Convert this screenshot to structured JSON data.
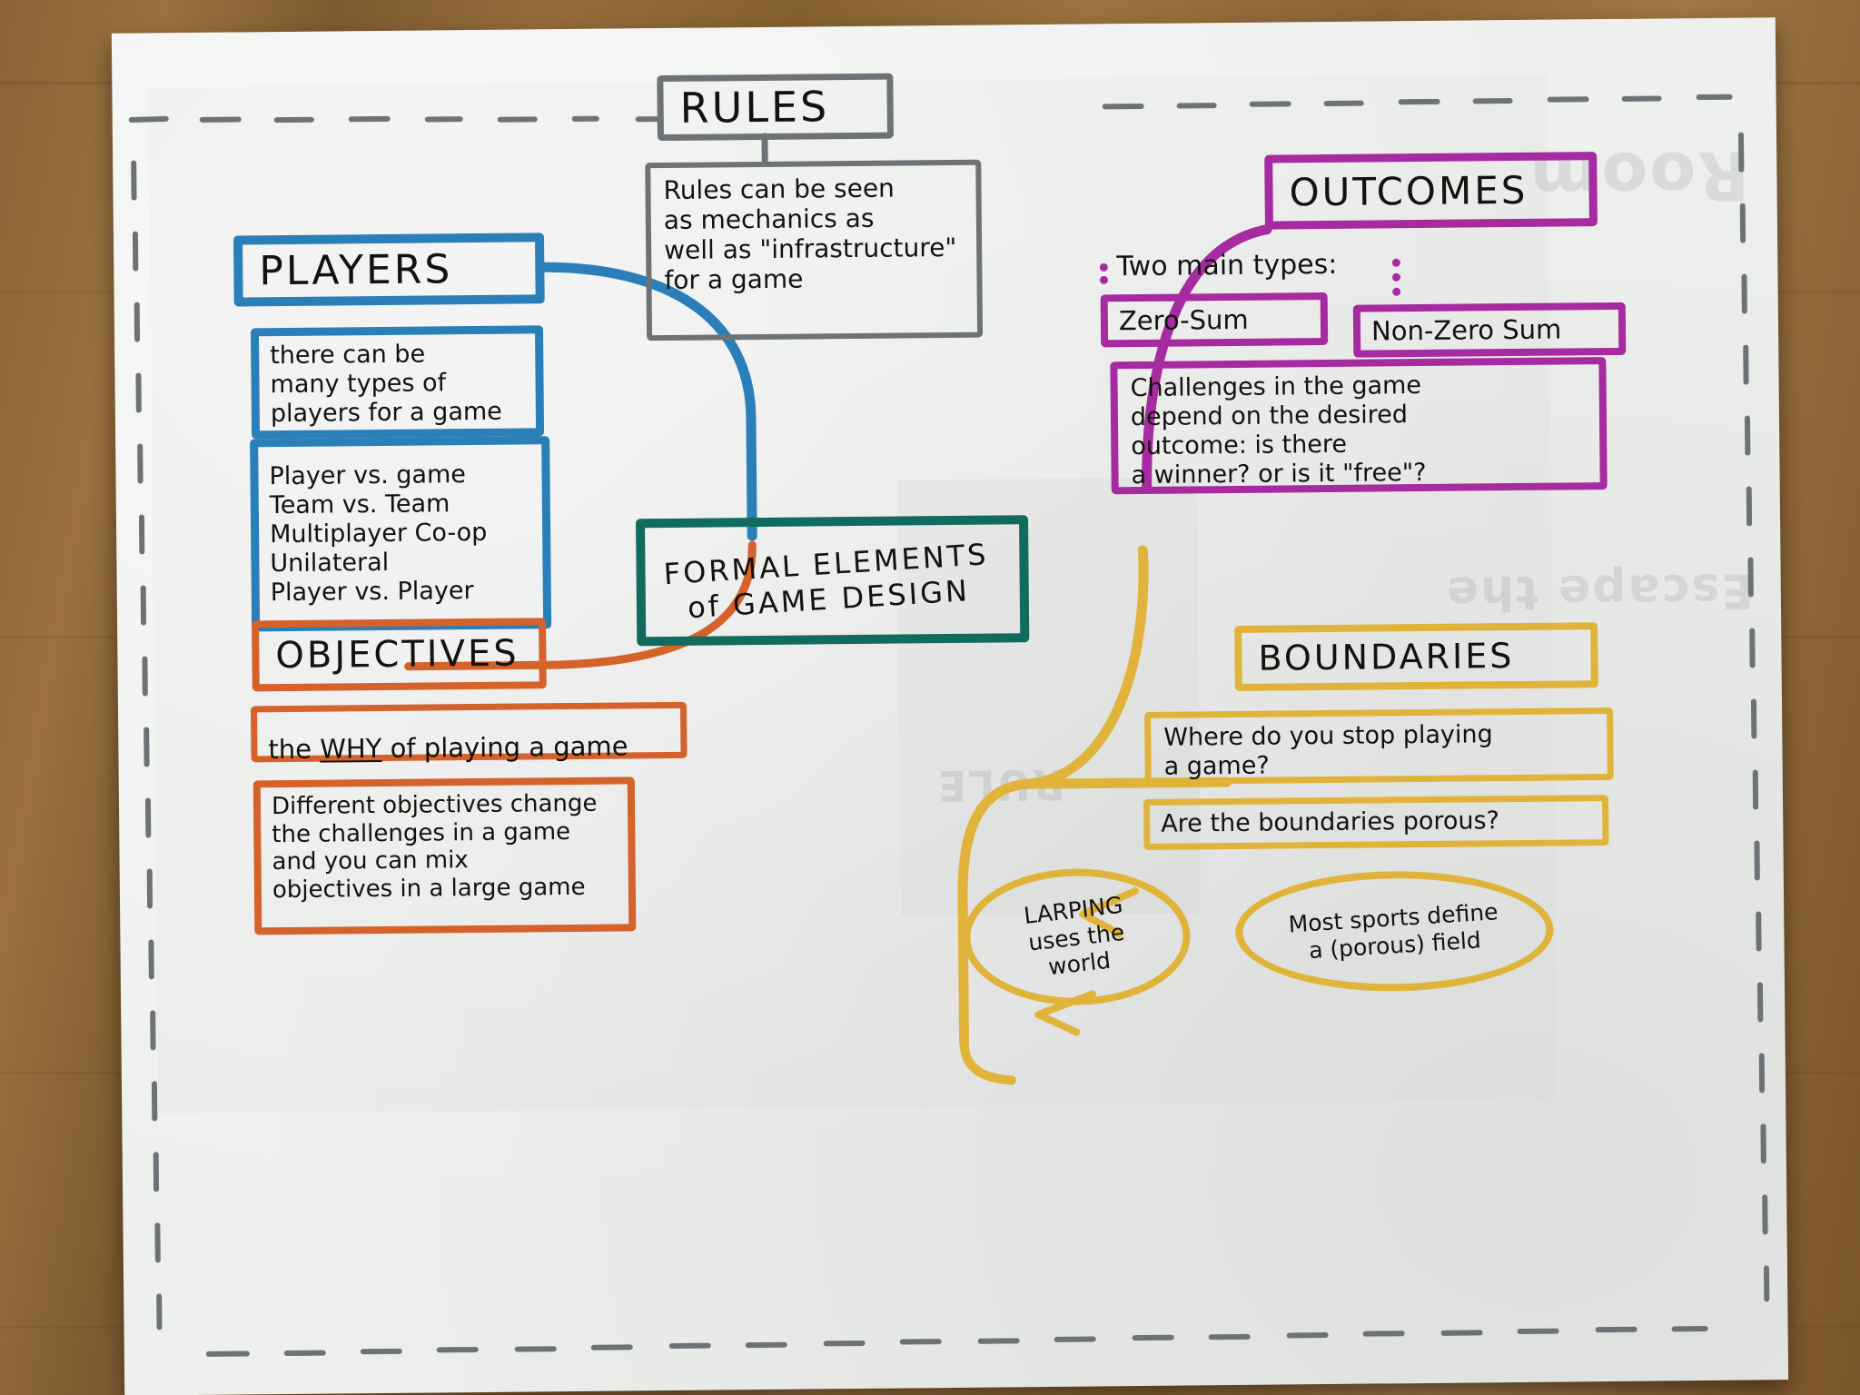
{
  "colors": {
    "rules_gray": "#6d7276",
    "players_blue": "#2b7fb8",
    "objectives_orange": "#d4622a",
    "center_green": "#116b5e",
    "outcomes_purple": "#a62ba0",
    "boundaries_yellow": "#e0b43a",
    "paper": "#eef0ee",
    "desk": "#8a6335",
    "ink": "#14120f"
  },
  "center": {
    "line1": "FORMAL ELEMENTS",
    "line2": "of GAME DESIGN"
  },
  "rules": {
    "title": "RULES",
    "note": "Rules can be seen\nas mechanics as\nwell as \"infrastructure\"\nfor a game"
  },
  "players": {
    "title": "PLAYERS",
    "note": "there can be\nmany types of\nplayers for a game",
    "types": [
      "Player vs. game",
      "Team vs. Team",
      "Multiplayer Co-op",
      "Unilateral",
      "Player vs. Player"
    ]
  },
  "objectives": {
    "title": "OBJECTIVES",
    "why_prefix": "the ",
    "why_word": "WHY",
    "why_suffix": " of playing a game",
    "note": "Different objectives change\nthe challenges in a game\nand you can mix\nobjectives in a large game"
  },
  "outcomes": {
    "title": "OUTCOMES",
    "subtitle": "Two main types:",
    "type_a": "Zero-Sum",
    "type_b": "Non-Zero Sum",
    "note": "Challenges in the game\ndepend on the desired\n    outcome: is there\n a winner? or is it \"free\"?"
  },
  "boundaries": {
    "title": "BOUNDARIES",
    "question_1": "Where do you stop playing\n  a game?",
    "question_2": "Are the boundaries porous?",
    "bubble_1": "LARPING\nuses the\nworld",
    "bubble_2": "Most sports define\na (porous) field"
  },
  "ghost_text": {
    "right_band": "Room",
    "right_band_2": "Escape the",
    "center_band": "RULE"
  }
}
